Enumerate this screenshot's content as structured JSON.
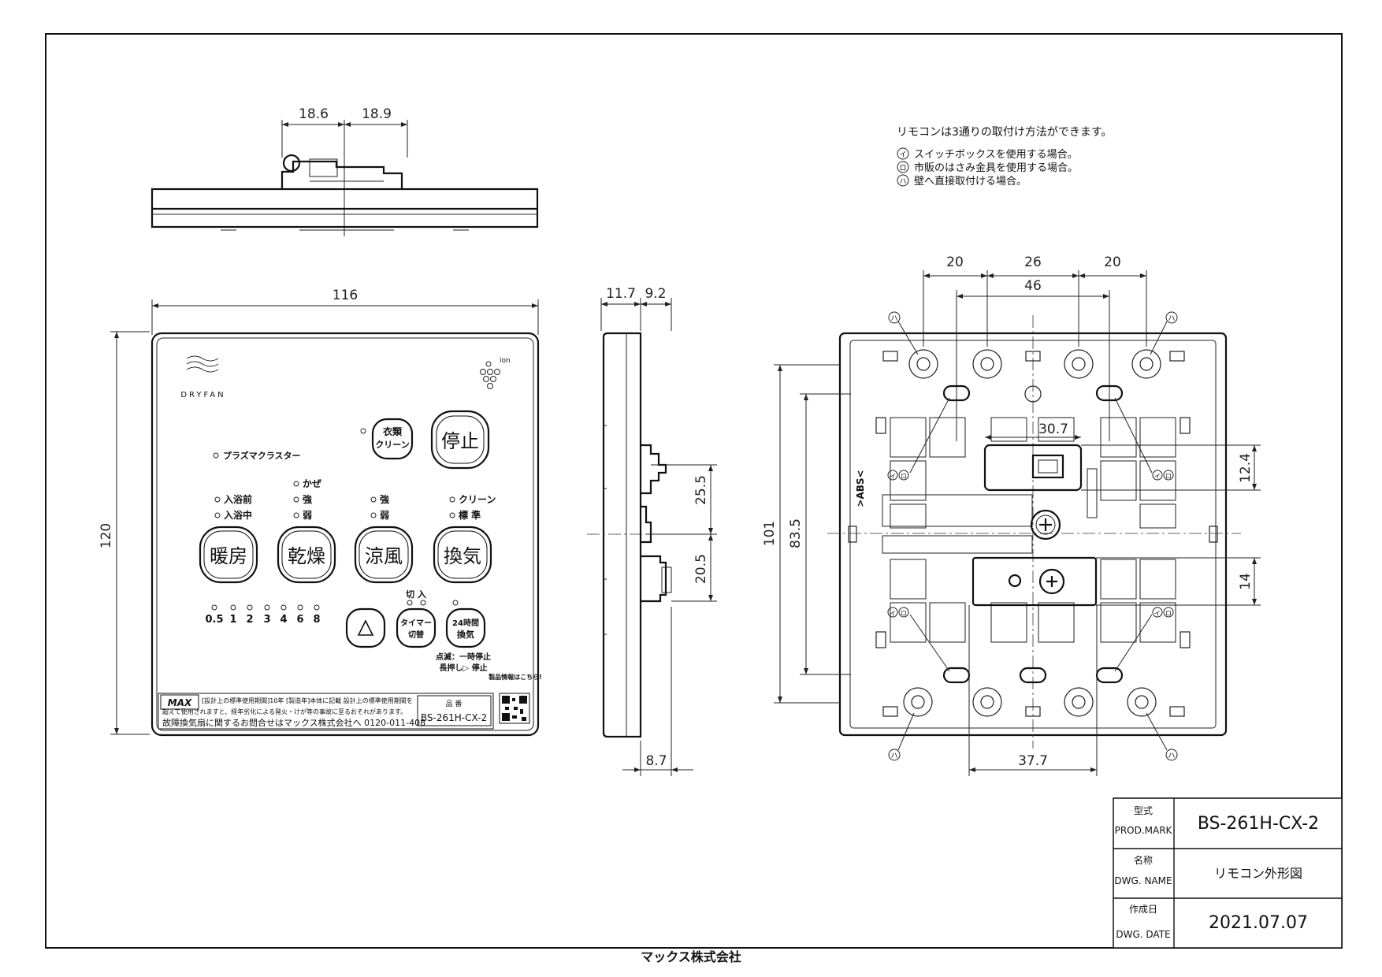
{
  "notes": {
    "heading": "リモコンは3通りの取付け方法ができます。",
    "items": [
      {
        "mark": "イ",
        "text": "スイッチボックスを使用する場合。"
      },
      {
        "mark": "ロ",
        "text": "市販のはさみ金具を使用する場合。"
      },
      {
        "mark": "ハ",
        "text": "壁へ直接取付ける場合。"
      }
    ]
  },
  "dims": {
    "top_left": "18.6",
    "top_right": "18.9",
    "front_width": "116",
    "front_height": "120",
    "side_left": "11.7",
    "side_right": "9.2",
    "side_upper": "25.5",
    "side_lower": "20.5",
    "side_bottom": "8.7",
    "back_left": "20",
    "back_mid": "26",
    "back_right": "20",
    "back_span": "46",
    "back_inner": "30.7",
    "back_height": "101",
    "back_height_inner": "83.5",
    "back_r_upper": "12.4",
    "back_r_lower": "14",
    "back_bottom": "37.7",
    "abs_mark": ">ABS<",
    "mount_i": "イ",
    "mount_ro": "ロ",
    "mount_ha": "ハ"
  },
  "front": {
    "brand": "DRYFAN",
    "ion": "ion",
    "plasma": "プラズマクラスター",
    "labels": {
      "before_bath": "入浴前",
      "during_bath": "入浴中",
      "breeze": "かぜ",
      "strong": "強",
      "weak": "弱",
      "cool_strong": "強",
      "cool_weak": "弱",
      "clean": "クリーン",
      "standard": "標 準"
    },
    "buttons": {
      "heating": "暖房",
      "drying": "乾燥",
      "cooling": "涼風",
      "vent": "換気",
      "stop": "停止",
      "clothes_l1": "衣類",
      "clothes_l2": "クリーン",
      "timer_l1": "タイマー",
      "timer_l2": "切替",
      "h24_l1": "24時間",
      "h24_l2": "換気",
      "up": "△"
    },
    "timer_values": [
      "0.5",
      "1",
      "2",
      "3",
      "4",
      "6",
      "8"
    ],
    "on_off_top": "切 入",
    "blink_note": "点滅：一時停止",
    "long_press": "長押し▷ 停止",
    "qr_note": "製品情報はこちら!",
    "maker_logo": "MAX",
    "warning1": "[設計上の標準使用期間]10年 [製造年]本体に記載 設計上の標準使用期間を",
    "warning2": "超えて使用されますと、経年劣化による発火・けが等の事故に至るおそれがあります。",
    "contact": "故障換気扇に関するお問合せはマックス株式会社へ 0120-011-408",
    "model_label": "品 番",
    "model": "BS-261H-CX-2"
  },
  "title_block": {
    "type_label_jp": "型式",
    "type_label_en": "PROD.MARK",
    "type_value": "BS-261H-CX-2",
    "name_label_jp": "名称",
    "name_label_en": "DWG. NAME",
    "name_value": "リモコン外形図",
    "date_label_jp": "作成日",
    "date_label_en": "DWG. DATE",
    "date_value": "2021.07.07"
  },
  "company": "マックス株式会社"
}
